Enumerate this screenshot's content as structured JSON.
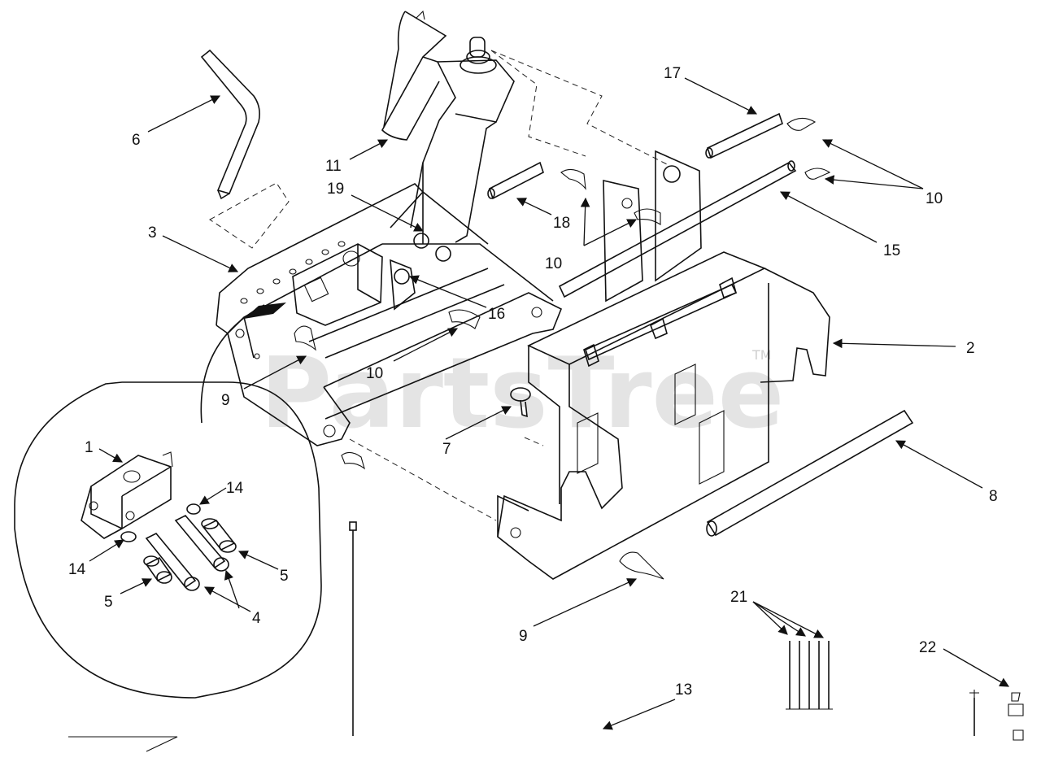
{
  "watermark": {
    "text": "PartsTree",
    "trademark": "TM"
  },
  "callouts": {
    "c1": "1",
    "c2": "2",
    "c3": "3",
    "c4": "4",
    "c5a": "5",
    "c5b": "5",
    "c6": "6",
    "c7": "7",
    "c8": "8",
    "c9a": "9",
    "c9b": "9",
    "c10a": "10",
    "c10b": "10",
    "c10c": "10",
    "c11": "11",
    "c13": "13",
    "c14a": "14",
    "c14b": "14",
    "c15": "15",
    "c16": "16",
    "c17": "17",
    "c18": "18",
    "c19": "19",
    "c21": "21",
    "c22": "22"
  }
}
